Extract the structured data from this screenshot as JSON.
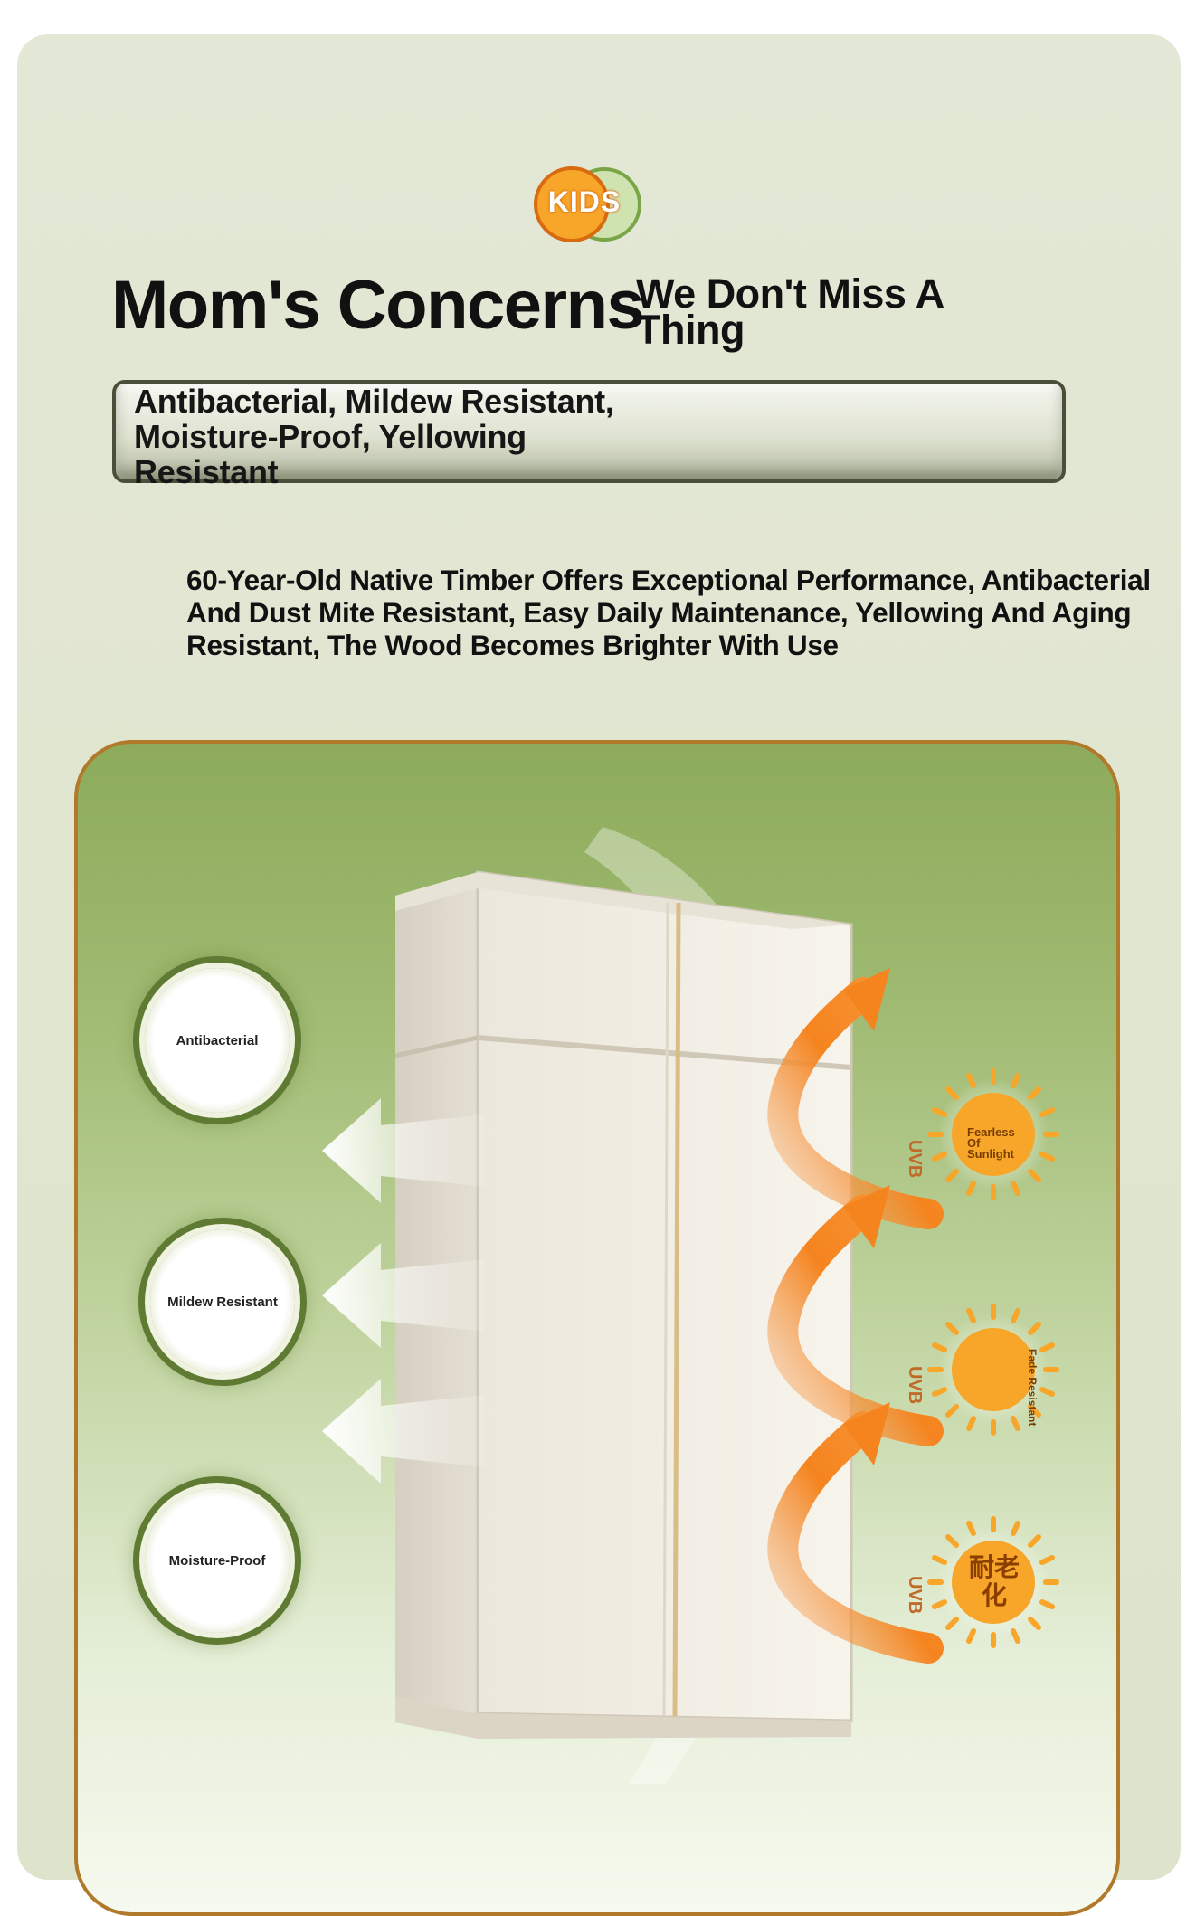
{
  "logo": {
    "text": "KIDS"
  },
  "header": {
    "headline": "Mom's Concerns",
    "tagline": "We Don't Miss A Thing"
  },
  "banner": {
    "text": "Antibacterial, Mildew Resistant, Moisture-Proof, Yellowing Resistant"
  },
  "description": {
    "text": "60-Year-Old Native Timber Offers Exceptional Performance, Antibacterial And Dust Mite Resistant, Easy Daily Maintenance, Yellowing And Aging Resistant, The Wood Becomes Brighter With Use"
  },
  "features": [
    {
      "label": "Antibacterial"
    },
    {
      "label": "Mildew Resistant"
    },
    {
      "label": "Moisture-Proof"
    }
  ],
  "suns": [
    {
      "label": "Fearless Of Sunlight",
      "uv": "UVB"
    },
    {
      "label": "Fade Resistant",
      "uv": "UVB"
    },
    {
      "label": "耐老化",
      "uv": "UVB"
    }
  ],
  "colors": {
    "background": "#e3e8d6",
    "panel_green": "#8dab5b",
    "panel_border": "#b07a2a",
    "orange": "#f5841f",
    "sun": "#f7a62a",
    "text": "#111111"
  }
}
